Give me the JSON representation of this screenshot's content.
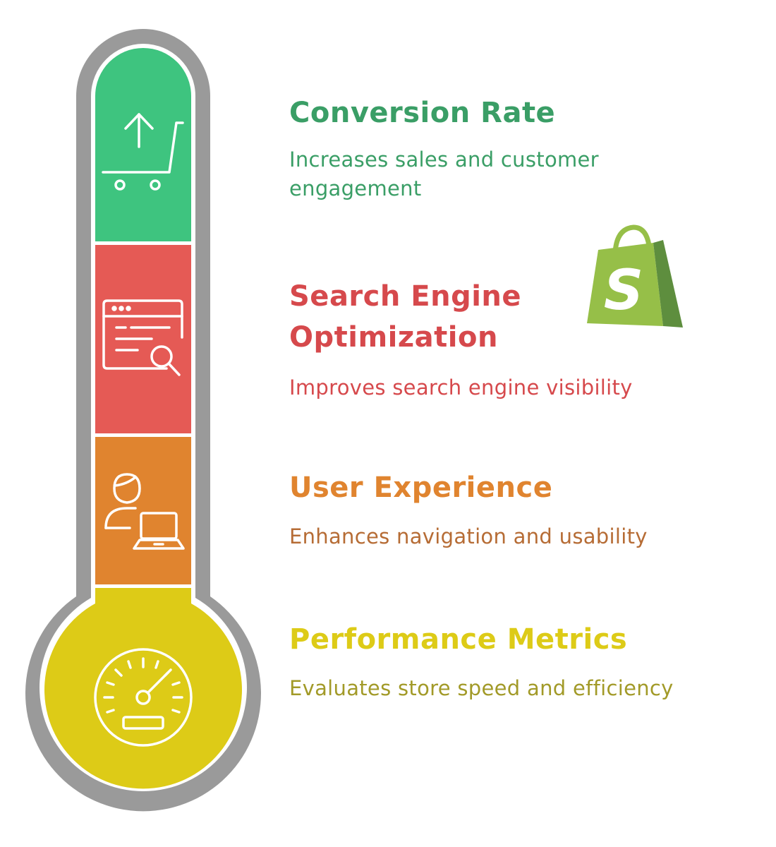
{
  "colors": {
    "outline": "#9a9a9a",
    "conversion": "#3ec47f",
    "seo": "#e55a55",
    "ux": "#e0842f",
    "performance": "#ddcb17",
    "conversion_text": "#3a9e66",
    "seo_text": "#d6494c",
    "ux_text": "#b66c35",
    "performance_text": "#a29a28"
  },
  "sections": [
    {
      "id": "conversion",
      "icon": "shopping-cart-arrow-up-icon",
      "title": "Conversion Rate",
      "description": "Increases sales and customer engagement"
    },
    {
      "id": "seo",
      "icon": "webpage-search-icon",
      "title": "Search Engine Optimization",
      "description": "Improves search engine visibility"
    },
    {
      "id": "ux",
      "icon": "user-laptop-icon",
      "title": "User Experience",
      "description": "Enhances navigation and usability"
    },
    {
      "id": "performance",
      "icon": "speedometer-icon",
      "title": "Performance Metrics",
      "description": "Evaluates store speed and efficiency"
    }
  ],
  "logo": {
    "icon": "shopify-bag-logo",
    "letter": "S"
  }
}
